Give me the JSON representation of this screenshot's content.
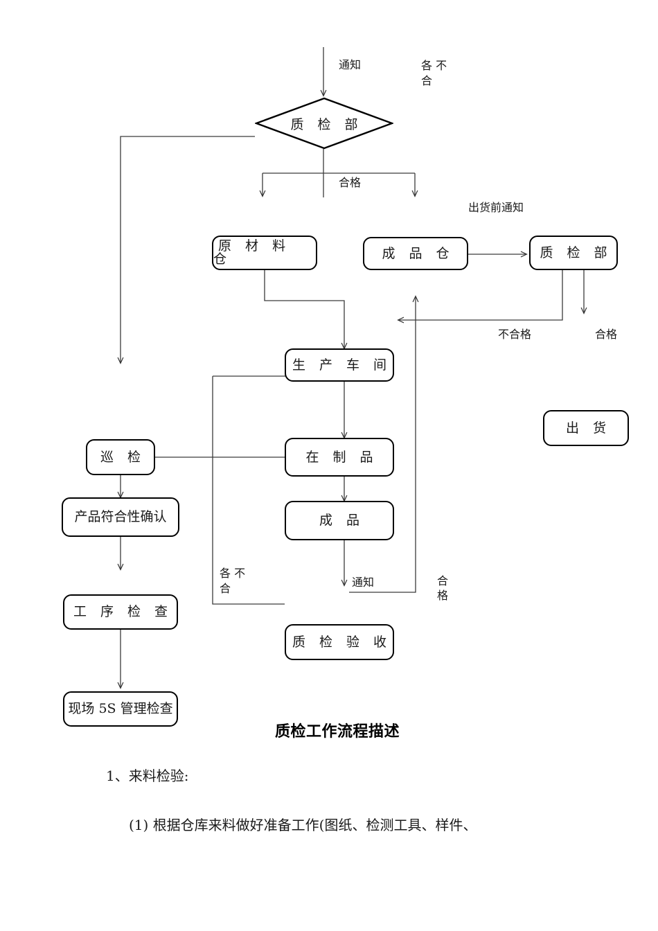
{
  "document": {
    "title": "质检工作流程描述",
    "sections": [
      {
        "heading": "1、来料检验:"
      },
      {
        "text": "(1) 根据仓库来料做好准备工作(图纸、检测工具、样件、"
      }
    ]
  },
  "flowchart": {
    "type": "flowchart",
    "nodes": [
      {
        "id": "qc-dept-top",
        "label": "质 检 部",
        "shape": "diamond"
      },
      {
        "id": "raw-warehouse",
        "label": "原 材 料 仓",
        "shape": "rounded-rect"
      },
      {
        "id": "finished-warehouse",
        "label": "成 品 仓",
        "shape": "rounded-rect"
      },
      {
        "id": "qc-dept-right",
        "label": "质 检 部",
        "shape": "rounded-rect"
      },
      {
        "id": "shipment",
        "label": "出 货",
        "shape": "rounded-rect"
      },
      {
        "id": "workshop",
        "label": "生 产 车 间",
        "shape": "rounded-rect"
      },
      {
        "id": "wip",
        "label": "在 制 品",
        "shape": "rounded-rect"
      },
      {
        "id": "finished-goods",
        "label": "成 品",
        "shape": "rounded-rect"
      },
      {
        "id": "qc-acceptance",
        "label": "质 检 验 收",
        "shape": "rounded-rect"
      },
      {
        "id": "patrol",
        "label": "巡 检",
        "shape": "rounded-rect"
      },
      {
        "id": "conformity-confirm",
        "label": "产品符合性确认",
        "shape": "rounded-rect"
      },
      {
        "id": "process-check",
        "label": "工 序 检 查",
        "shape": "rounded-rect"
      },
      {
        "id": "site-5s-check",
        "label": "现场 5S 管理检查",
        "shape": "rounded-rect"
      }
    ],
    "edge_labels": [
      {
        "id": "notify-top",
        "text": "通知"
      },
      {
        "id": "nonconform-top",
        "text": "各 不\n合"
      },
      {
        "id": "pass-top",
        "text": "合格"
      },
      {
        "id": "pre-ship-notify",
        "text": "出货前通知"
      },
      {
        "id": "nonconform-right",
        "text": "不合格"
      },
      {
        "id": "pass-right",
        "text": "合格"
      },
      {
        "id": "nonconform-mid",
        "text": "各 不\n合"
      },
      {
        "id": "notify-bottom",
        "text": "通知"
      },
      {
        "id": "pass-bottom",
        "text": "合格"
      }
    ],
    "colors": {
      "stroke": "#1a1a1a",
      "node_border": "#000000",
      "background": "#ffffff",
      "text": "#1a1a1a"
    }
  }
}
